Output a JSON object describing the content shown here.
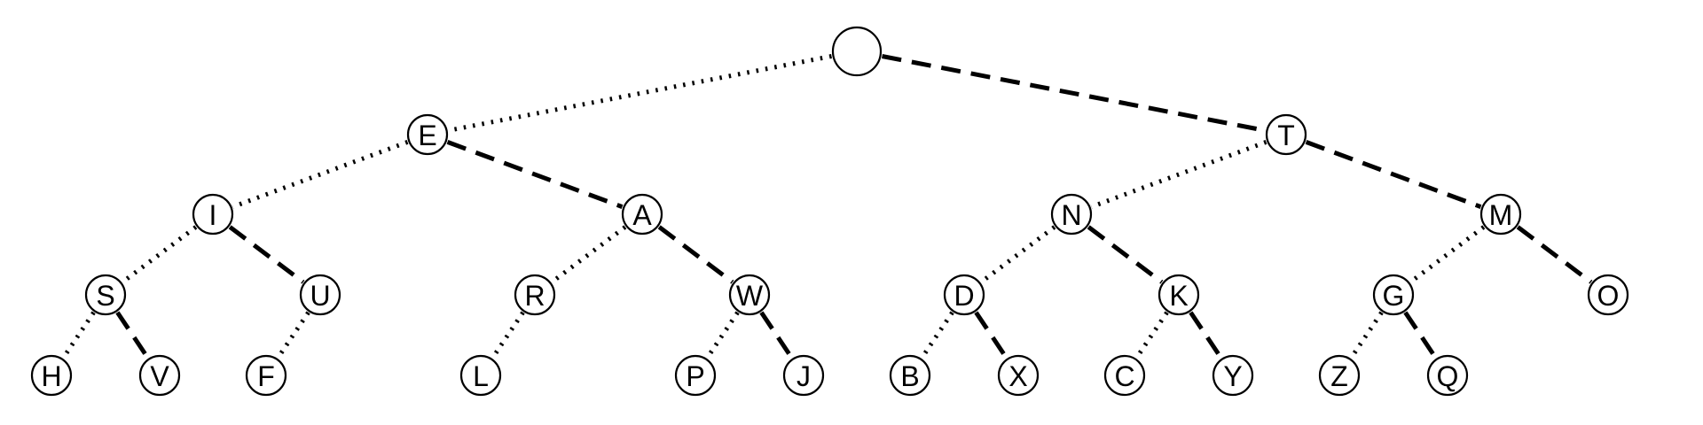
{
  "diagram": {
    "edge_styles": {
      "left": "dotted",
      "right": "dashed"
    },
    "root": {
      "id": "root",
      "label": "",
      "left": {
        "id": "E",
        "label": "E",
        "left": {
          "id": "I",
          "label": "I",
          "left": {
            "id": "S",
            "label": "S",
            "left": {
              "id": "H",
              "label": "H"
            },
            "right": {
              "id": "V",
              "label": "V"
            }
          },
          "right": {
            "id": "U",
            "label": "U",
            "left": {
              "id": "F",
              "label": "F"
            }
          }
        },
        "right": {
          "id": "A",
          "label": "A",
          "left": {
            "id": "R",
            "label": "R",
            "left": {
              "id": "L",
              "label": "L"
            }
          },
          "right": {
            "id": "W",
            "label": "W",
            "left": {
              "id": "P",
              "label": "P"
            },
            "right": {
              "id": "J",
              "label": "J"
            }
          }
        }
      },
      "right": {
        "id": "T",
        "label": "T",
        "left": {
          "id": "N",
          "label": "N",
          "left": {
            "id": "D",
            "label": "D",
            "left": {
              "id": "B",
              "label": "B"
            },
            "right": {
              "id": "X",
              "label": "X"
            }
          },
          "right": {
            "id": "K",
            "label": "K",
            "left": {
              "id": "C",
              "label": "C"
            },
            "right": {
              "id": "Y",
              "label": "Y"
            }
          }
        },
        "right": {
          "id": "M",
          "label": "M",
          "left": {
            "id": "G",
            "label": "G",
            "left": {
              "id": "Z",
              "label": "Z"
            },
            "right": {
              "id": "Q",
              "label": "Q"
            }
          },
          "right": {
            "id": "O",
            "label": "O"
          }
        }
      }
    }
  }
}
